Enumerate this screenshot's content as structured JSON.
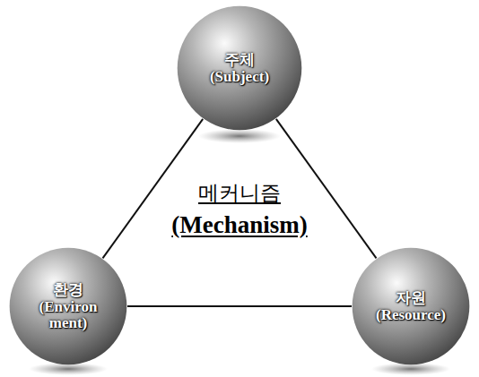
{
  "diagram": {
    "nodes": [
      {
        "text": [
          "주체",
          "(Subject)"
        ]
      },
      {
        "text": [
          "환경",
          "(Environ ment)"
        ]
      },
      {
        "text": [
          "자원",
          "(Resource)"
        ]
      }
    ],
    "edges": [
      {
        "from": 0,
        "to": 1,
        "arrow": "none"
      },
      {
        "from": 0,
        "to": 2,
        "arrow": "none"
      },
      {
        "from": 1,
        "to": 2,
        "arrow": "none"
      }
    ],
    "labels": [
      "메커니즘",
      "(Mechanism)"
    ]
  }
}
